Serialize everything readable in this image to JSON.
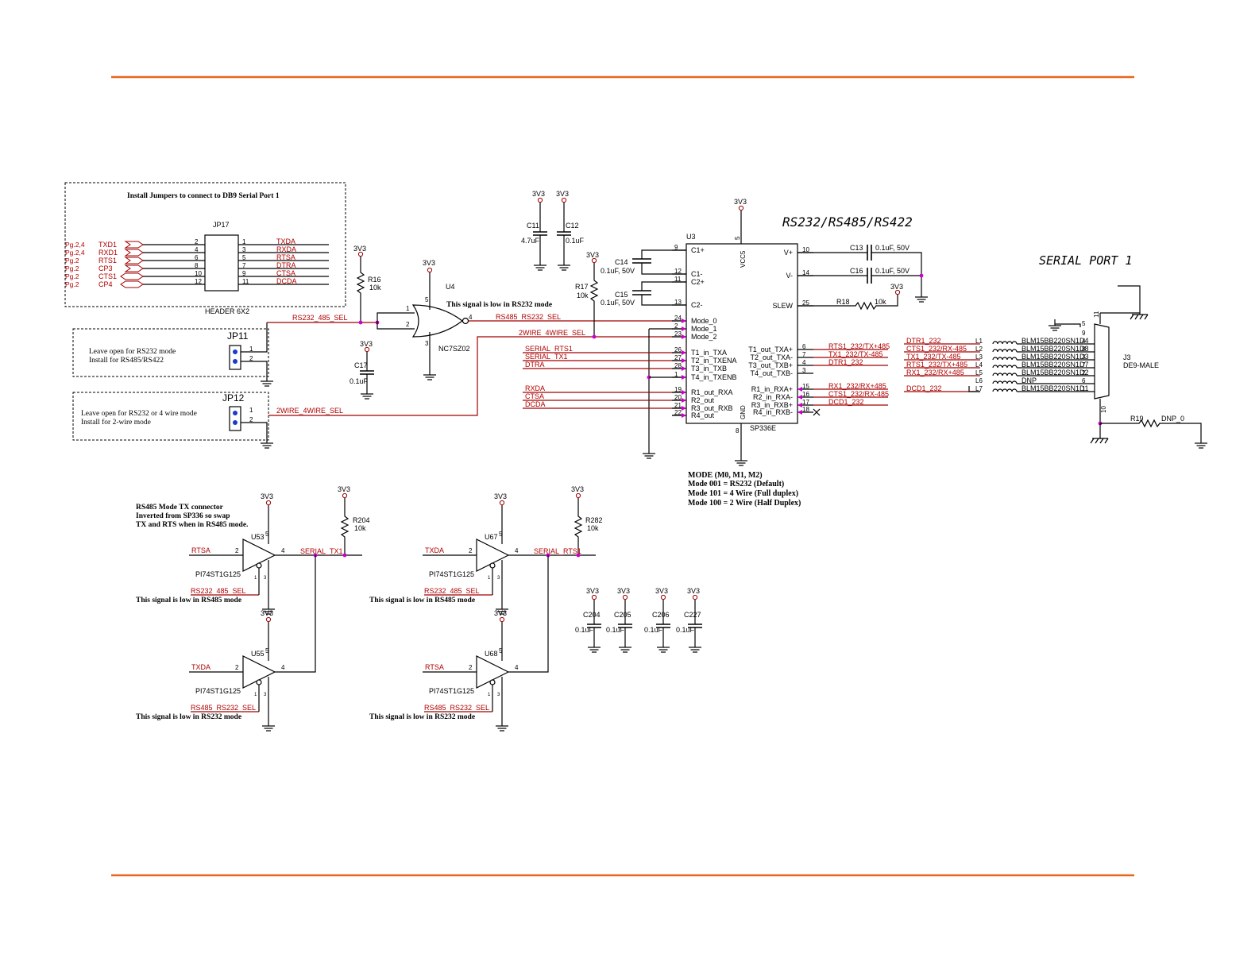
{
  "accent": "#e8651a",
  "wire_color": "#a00000",
  "junction_color": "#cc00cc",
  "titles": {
    "main": "RS232/RS485/RS422",
    "port": "SERIAL PORT 1",
    "jumper_box": "Install Jumpers to connect to DB9 Serial Port 1"
  },
  "power": "3V3",
  "jp17": {
    "ref": "JP17",
    "value": "HEADER 6X2",
    "rows": [
      {
        "page": "Pg.2,4",
        "in": "TXD1",
        "lp": "2",
        "rp": "1",
        "out": "TXDA"
      },
      {
        "page": "Pg.2,4",
        "in": "RXD1",
        "lp": "4",
        "rp": "3",
        "out": "RXDA"
      },
      {
        "page": "Pg.2",
        "in": "RTS1",
        "lp": "6",
        "rp": "5",
        "out": "RTSA"
      },
      {
        "page": "Pg.2",
        "in": "CP3",
        "lp": "8",
        "rp": "7",
        "out": "DTRA"
      },
      {
        "page": "Pg.2",
        "in": "CTS1",
        "lp": "10",
        "rp": "9",
        "out": "CTSA"
      },
      {
        "page": "Pg.2",
        "in": "CP4",
        "lp": "12",
        "rp": "11",
        "out": "DCDA"
      }
    ]
  },
  "jp11": {
    "ref": "JP11",
    "note1": "Leave open for RS232 mode",
    "note2": "Install for RS485/RS422",
    "p1": "1",
    "p2": "2"
  },
  "jp12": {
    "ref": "JP12",
    "note1": "Leave open for RS232 or 4 wire mode",
    "note2": "Install for 2-wire mode",
    "p1": "1",
    "p2": "2"
  },
  "r16": {
    "ref": "R16",
    "value": "10k"
  },
  "r17": {
    "ref": "R17",
    "value": "10k"
  },
  "r18": {
    "ref": "R18",
    "value": "10k"
  },
  "r19": {
    "ref": "R19",
    "value": "DNP_0"
  },
  "r204": {
    "ref": "R204",
    "value": "10k"
  },
  "r282": {
    "ref": "R282",
    "value": "10k"
  },
  "c17": {
    "ref": "C17",
    "value": "0.1uF"
  },
  "c11": {
    "ref": "C11",
    "value": "4.7uF"
  },
  "c12": {
    "ref": "C12",
    "value": "0.1uF"
  },
  "c13": {
    "ref": "C13",
    "value": "0.1uF, 50V"
  },
  "c14": {
    "ref": "C14",
    "value": "0.1uF, 50V"
  },
  "c15": {
    "ref": "C15",
    "value": "0.1uF, 50V"
  },
  "c16": {
    "ref": "C16",
    "value": "0.1uF, 50V"
  },
  "u4": {
    "ref": "U4",
    "value": "NC7SZ02",
    "note": "This signal is low in RS232 mode",
    "p1": "1",
    "p2": "2",
    "p3": "3",
    "p4": "4",
    "p5": "5"
  },
  "nets": {
    "rs232_485_sel": "RS232_485_SEL",
    "rs485_rs232_sel": "RS485_RS232_SEL",
    "wire_sel": "2WIRE_4WIRE_SEL",
    "serial_rts1": "SERIAL_RTS1",
    "serial_tx1": "SERIAL_TX1",
    "dtra": "DTRA",
    "rxda": "RXDA",
    "ctsa": "CTSA",
    "dcda": "DCDA",
    "txda": "TXDA",
    "rtsa": "RTSA"
  },
  "u3": {
    "ref": "U3",
    "value": "SP336E",
    "vcc": "VCC5",
    "gnd": "GND",
    "vcc_pin": "5",
    "gnd_pin": "8",
    "left_pins": [
      {
        "n": "9",
        "name": "C1+"
      },
      {
        "n": "12",
        "name": "C1-"
      },
      {
        "n": "11",
        "name": "C2+"
      },
      {
        "n": "13",
        "name": "C2-"
      },
      {
        "n": "24",
        "name": "Mode_0"
      },
      {
        "n": "2",
        "name": "Mode_1"
      },
      {
        "n": "23",
        "name": "Mode_2"
      },
      {
        "n": "26",
        "name": "T1_in_TXA"
      },
      {
        "n": "27",
        "name": "T2_in_TXENA"
      },
      {
        "n": "28",
        "name": "T3_in_TXB"
      },
      {
        "n": "1",
        "name": "T4_in_TXENB"
      },
      {
        "n": "19",
        "name": "R1_out_RXA"
      },
      {
        "n": "20",
        "name": "R2_out"
      },
      {
        "n": "21",
        "name": "R3_out_RXB"
      },
      {
        "n": "22",
        "name": "R4_out"
      }
    ],
    "right_pins": [
      {
        "n": "10",
        "name": "V+"
      },
      {
        "n": "14",
        "name": "V-"
      },
      {
        "n": "25",
        "name": "SLEW"
      },
      {
        "n": "6",
        "name": "T1_out_TXA+"
      },
      {
        "n": "7",
        "name": "T2_out_TXA-"
      },
      {
        "n": "4",
        "name": "T3_out_TXB+"
      },
      {
        "n": "3",
        "name": "T4_out_TXB-"
      },
      {
        "n": "15",
        "name": "R1_in_RXA+"
      },
      {
        "n": "16",
        "name": "R2_in_RXA-"
      },
      {
        "n": "17",
        "name": "R3_in_RXB+"
      },
      {
        "n": "18",
        "name": "R4_in_RXB-"
      }
    ],
    "right_nets": [
      "RTS1_232/TX+485",
      "TX1_232/TX-485",
      "DTR1_232",
      "",
      "RX1_232/RX+485",
      "CTS1_232/RX-485",
      "DCD1_232",
      ""
    ]
  },
  "mode_table": {
    "title": "MODE (M0, M1, M2)",
    "lines": [
      "Mode 001 = RS232 (Default)",
      "Mode 101 = 4 Wire (Full duplex)",
      "Mode 100 = 2 Wire (Half Duplex)"
    ]
  },
  "filters": [
    {
      "net": "DTR1_232",
      "ref": "L1",
      "part": "BLM15BB220SN1D4"
    },
    {
      "net": "CTS1_232/RX-485",
      "ref": "L2",
      "part": "BLM15BB220SN1D8"
    },
    {
      "net": "TX1_232/TX-485",
      "ref": "L3",
      "part": "BLM15BB220SN1D3"
    },
    {
      "net": "RTS1_232/TX+485",
      "ref": "L4",
      "part": "BLM15BB220SN1D7"
    },
    {
      "net": "RX1_232/RX+485",
      "ref": "L5",
      "part": "BLM15BB220SN1D2"
    },
    {
      "net": "",
      "ref": "L6",
      "part": "DNP"
    },
    {
      "net": "DCD1_232",
      "ref": "L7",
      "part": "BLM15BB220SN1D1"
    }
  ],
  "filter_pins": [
    "4",
    "8",
    "3",
    "7",
    "2",
    "6",
    "1"
  ],
  "j3": {
    "ref": "J3",
    "value": "DE9-MALE",
    "p5": "5",
    "p9": "9",
    "p11": "11",
    "p10": "10"
  },
  "buffers": {
    "note_title": "RS485 Mode TX connector",
    "note_l2": "Inverted from SP336 so swap",
    "note_l3": "TX and RTS when in RS485 mode.",
    "low485": "This signal is low in RS485 mode",
    "low232": "This signal is low in RS232 mode",
    "part": "PI74ST1G125",
    "pin_in": "2",
    "pin_out": "4",
    "pin_vcc": "5",
    "pin_oe": "1",
    "pin_gnd": "3",
    "items": [
      {
        "ref": "U53",
        "in": "RTSA",
        "sel": "RS232_485_SEL"
      },
      {
        "ref": "U55",
        "in": "TXDA",
        "sel": "RS485_RS232_SEL"
      },
      {
        "ref": "U67",
        "in": "TXDA",
        "sel": "RS232_485_SEL"
      },
      {
        "ref": "U68",
        "in": "RTSA",
        "sel": "RS485_RS232_SEL"
      }
    ]
  },
  "decoupling": [
    {
      "ref": "C204",
      "value": "0.1uF"
    },
    {
      "ref": "C205",
      "value": "0.1uF"
    },
    {
      "ref": "C206",
      "value": "0.1uF"
    },
    {
      "ref": "C227",
      "value": "0.1uF"
    }
  ]
}
